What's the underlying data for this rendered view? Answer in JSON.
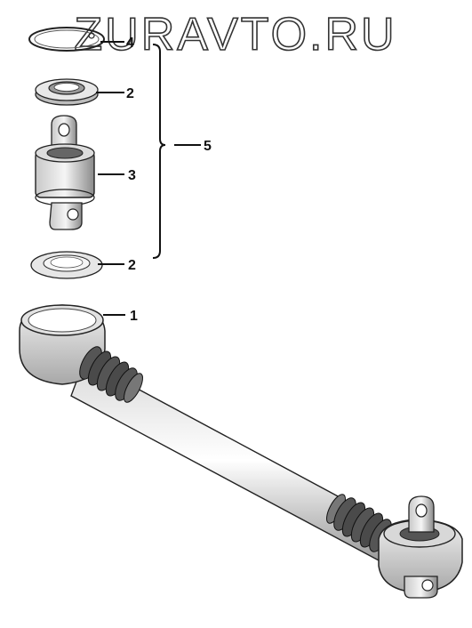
{
  "watermark": "ZURAVTO.RU",
  "callouts": {
    "c1": "1",
    "c2a": "2",
    "c2b": "2",
    "c3": "3",
    "c4": "4",
    "c5": "5"
  }
}
